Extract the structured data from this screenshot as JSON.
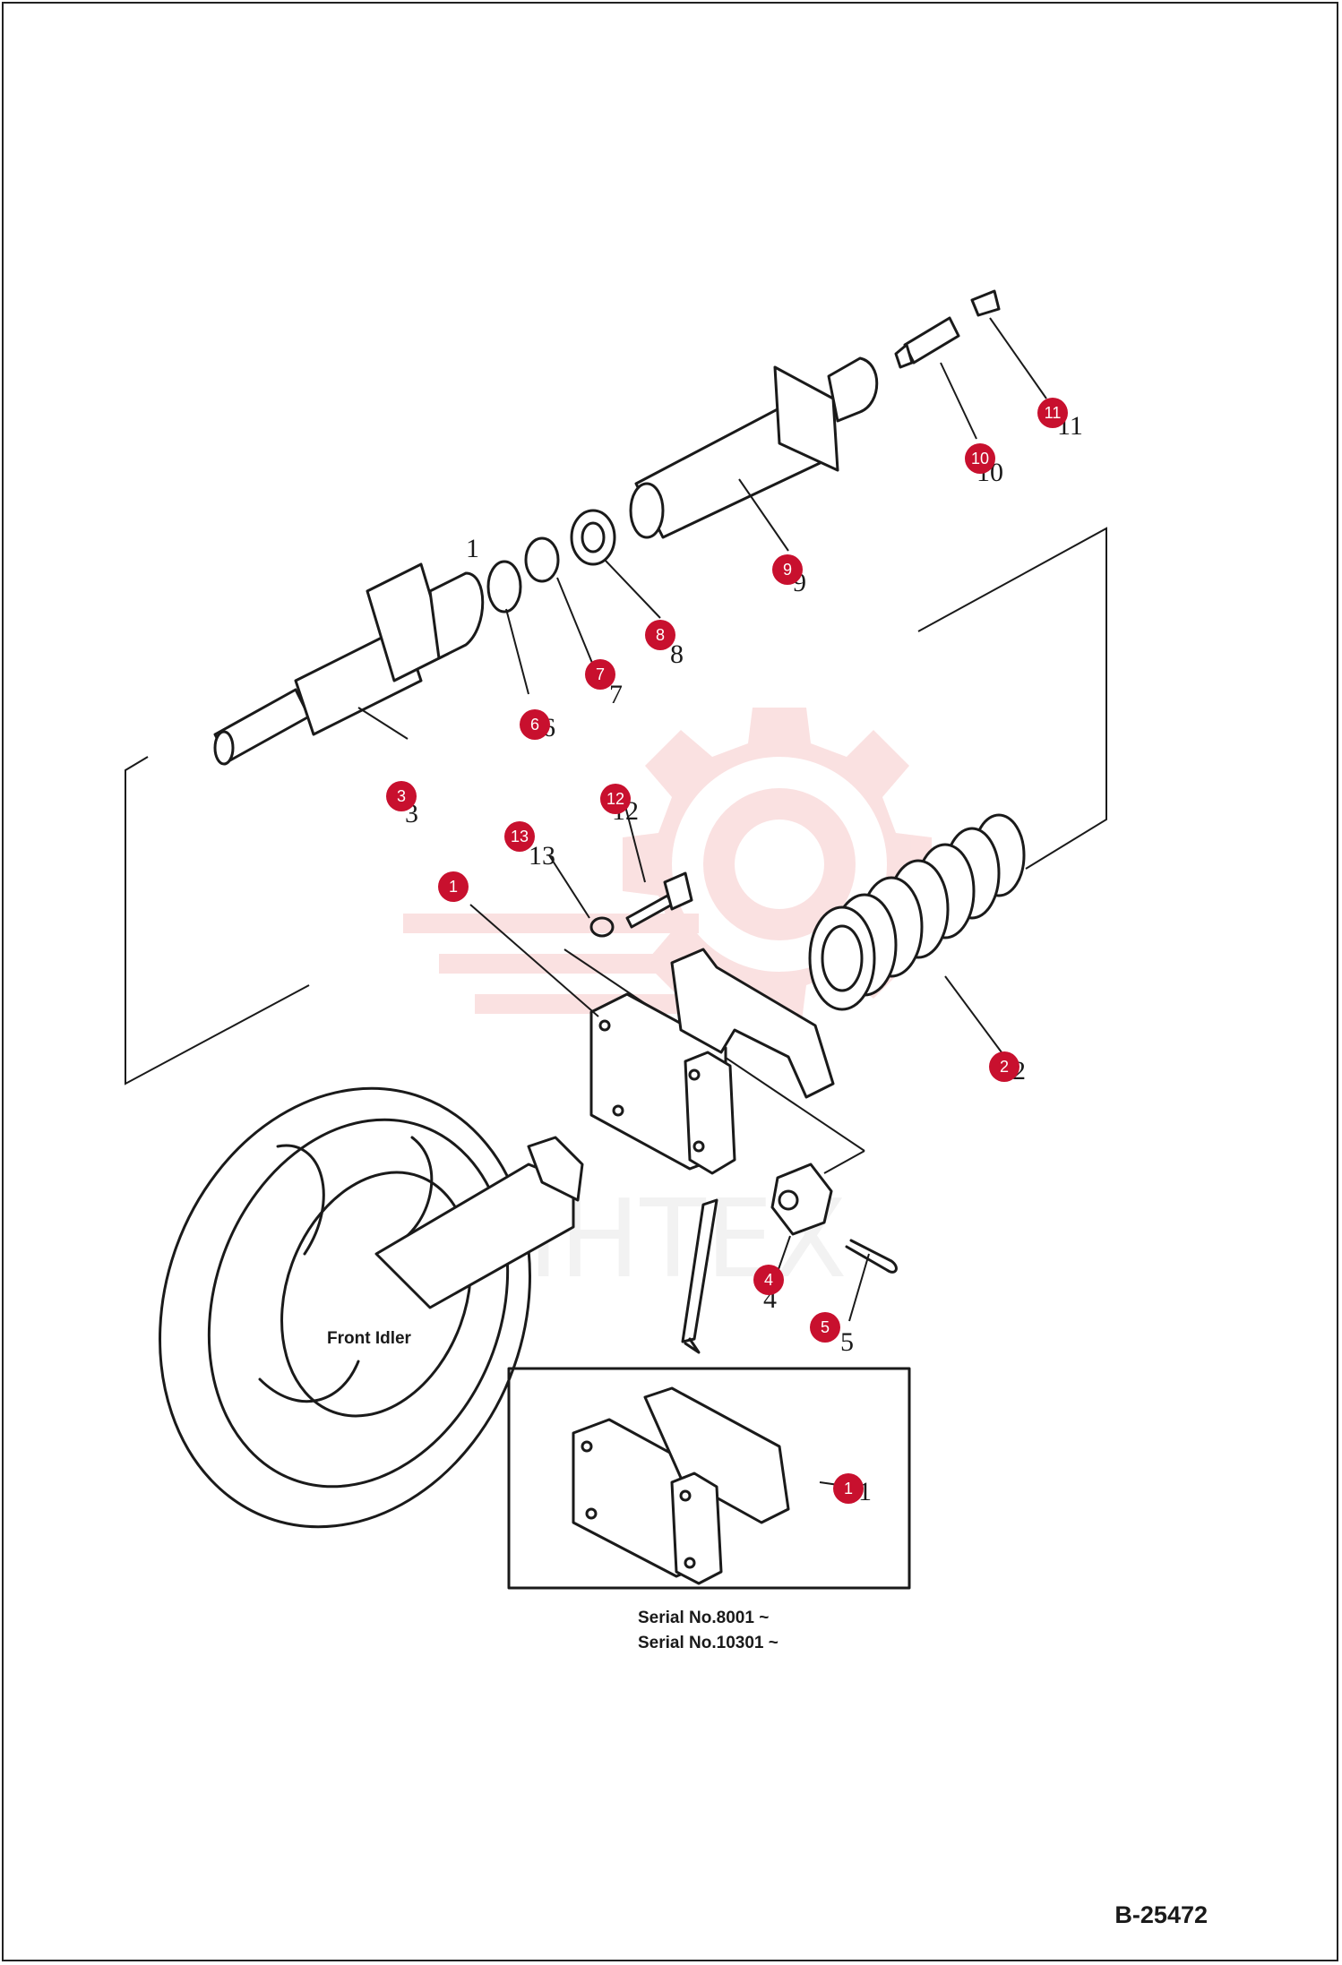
{
  "watermark": {
    "text": "ИНТЕХ",
    "color": "#f3b6b6"
  },
  "labels": {
    "front_idler": "Front Idler",
    "serial_1": "Serial No.8001 ~",
    "serial_2": "Serial No.10301 ~"
  },
  "drawing_code": "B-25472",
  "callouts": [
    {
      "id": "1",
      "printed": "1"
    },
    {
      "id": "2",
      "printed": "2"
    },
    {
      "id": "3",
      "printed": "3"
    },
    {
      "id": "4",
      "printed": "4"
    },
    {
      "id": "5",
      "printed": "5"
    },
    {
      "id": "6",
      "printed": "6"
    },
    {
      "id": "7",
      "printed": "7"
    },
    {
      "id": "8",
      "printed": "8"
    },
    {
      "id": "9",
      "printed": "9"
    },
    {
      "id": "10",
      "printed": "10"
    },
    {
      "id": "11",
      "printed": "11"
    },
    {
      "id": "12",
      "printed": "12"
    },
    {
      "id": "13",
      "printed": "13"
    },
    {
      "id": "1",
      "printed": "1"
    }
  ],
  "colors": {
    "badge": "#c8102e",
    "ink": "#1a1a1a"
  }
}
